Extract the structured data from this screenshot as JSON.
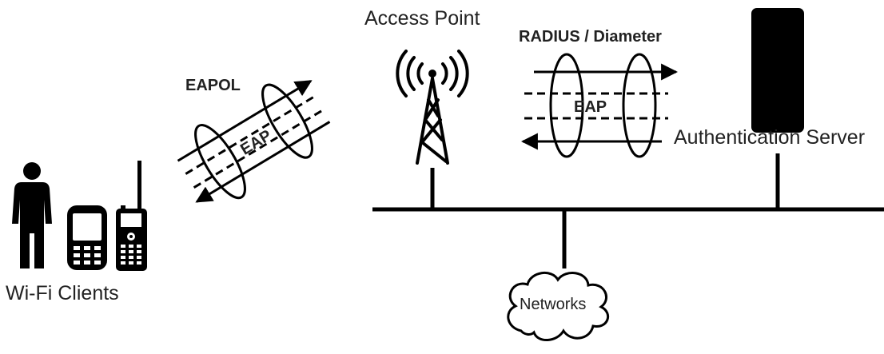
{
  "labels": {
    "access_point": "Access Point",
    "radius_diameter": "RADIUS / Diameter",
    "eap_server_side": "EAP",
    "auth_server": "Authentication Server",
    "eapol": "EAPOL",
    "eap_client_side": "EAP",
    "wifi_clients": "Wi-Fi Clients",
    "networks": "Networks"
  },
  "icons": {
    "person": "person-icon",
    "phone": "mobile-phone-icon",
    "radio": "two-way-radio-icon",
    "tower": "radio-tower-icon",
    "server": "server-icon",
    "cloud": "cloud-icon"
  },
  "colors": {
    "line": "#000000",
    "text": "#222222",
    "background": "#ffffff"
  }
}
